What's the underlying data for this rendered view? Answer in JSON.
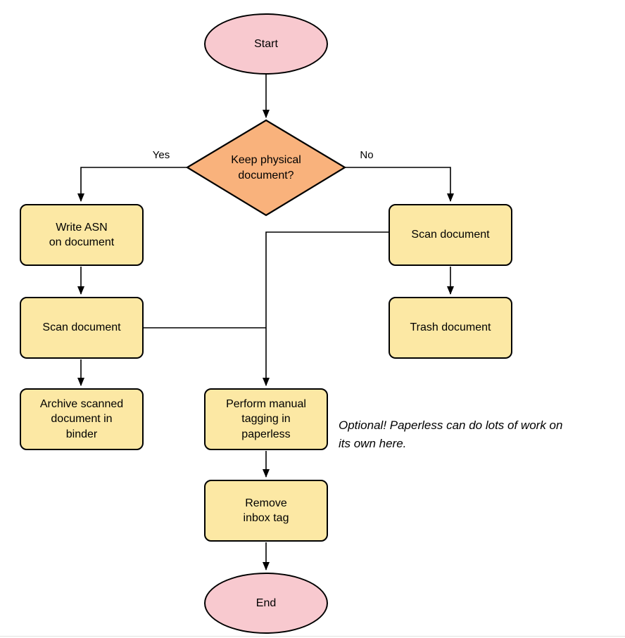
{
  "colors": {
    "terminal_fill": "#f8c9cf",
    "decision_fill": "#f9b27c",
    "process_fill": "#fce8a4",
    "line_color": "#000000"
  },
  "nodes": {
    "start": {
      "label": "Start"
    },
    "decision": {
      "label": [
        "Keep physical",
        "document?"
      ]
    },
    "write_asn": {
      "label": [
        "Write ASN",
        "on document"
      ]
    },
    "scan_left": {
      "label": "Scan document"
    },
    "archive": {
      "label": [
        "Archive scanned",
        "document in",
        "binder"
      ]
    },
    "scan_right": {
      "label": "Scan document"
    },
    "trash": {
      "label": "Trash document"
    },
    "tagging": {
      "label": [
        "Perform manual",
        "tagging in",
        "paperless"
      ]
    },
    "remove_inbox": {
      "label": [
        "Remove",
        "inbox tag"
      ]
    },
    "end": {
      "label": "End"
    }
  },
  "edge_labels": {
    "yes": "Yes",
    "no": "No"
  },
  "annotation": [
    "Optional! Paperless can do lots of work on",
    "its own here."
  ]
}
